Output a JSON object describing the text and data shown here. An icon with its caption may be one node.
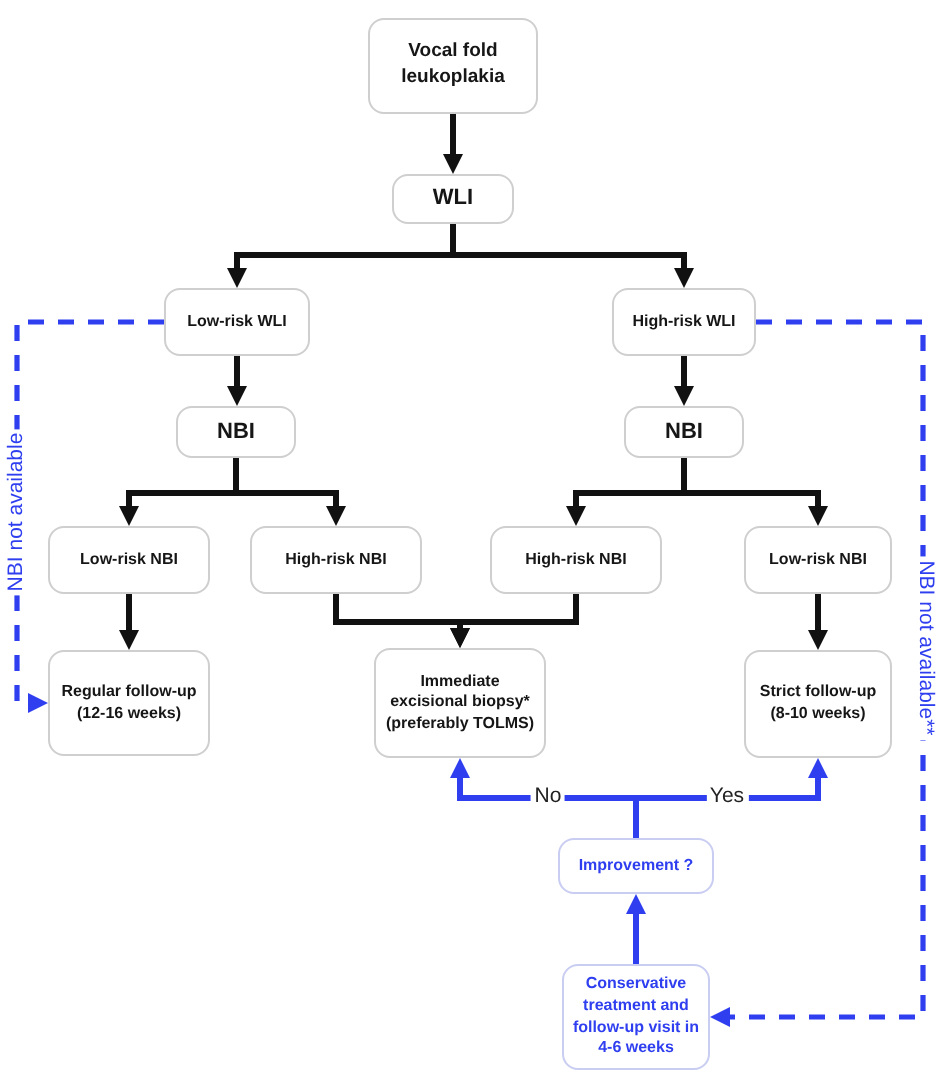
{
  "diagram": {
    "nodes": [
      {
        "text": [
          "Vocal fold leukoplakia"
        ]
      },
      {
        "text": [
          "WLI"
        ]
      },
      {
        "text": [
          "Low-risk WLI"
        ]
      },
      {
        "text": [
          "High-risk WLI"
        ]
      },
      {
        "text": [
          "NBI"
        ]
      },
      {
        "text": [
          "NBI"
        ]
      },
      {
        "text": [
          "Low-risk NBI"
        ]
      },
      {
        "text": [
          "High-risk NBI"
        ]
      },
      {
        "text": [
          "High-risk NBI"
        ]
      },
      {
        "text": [
          "Low-risk NBI"
        ]
      },
      {
        "text": [
          "Regular follow-up (12-16 weeks)"
        ]
      },
      {
        "text": [
          "Immediate excisional biopsy* (preferably TOLMS)"
        ]
      },
      {
        "text": [
          "Strict follow-up (8-10 weeks)"
        ]
      },
      {
        "text": [
          "Improvement ?"
        ]
      },
      {
        "text": [
          "Conservative treatment and follow-up visit in 4-6 weeks"
        ]
      }
    ],
    "edges": [
      {
        "from": 0,
        "to": 1,
        "arrow": "to"
      },
      {
        "from": 1,
        "to": 2,
        "arrow": "to"
      },
      {
        "from": 1,
        "to": 3,
        "arrow": "to"
      },
      {
        "from": 2,
        "to": 4,
        "arrow": "to"
      },
      {
        "from": 3,
        "to": 5,
        "arrow": "to"
      },
      {
        "from": 4,
        "to": 6,
        "arrow": "to"
      },
      {
        "from": 4,
        "to": 7,
        "arrow": "to"
      },
      {
        "from": 5,
        "to": 8,
        "arrow": "to"
      },
      {
        "from": 5,
        "to": 9,
        "arrow": "to"
      },
      {
        "from": 6,
        "to": 10,
        "arrow": "to"
      },
      {
        "from": 7,
        "to": 11,
        "arrow": "to"
      },
      {
        "from": 8,
        "to": 11,
        "arrow": "to"
      },
      {
        "from": 9,
        "to": 12,
        "arrow": "to"
      },
      {
        "from": 2,
        "to": 10,
        "arrow": "to",
        "label": "NBI not available",
        "style": "dashed",
        "color": "#2f3ff0"
      },
      {
        "from": 3,
        "to": 14,
        "arrow": "to",
        "label": "NBI not available**",
        "style": "dashed",
        "color": "#2f3ff0"
      },
      {
        "from": 14,
        "to": 13,
        "arrow": "to",
        "color": "#2f3ff0"
      },
      {
        "from": 13,
        "to": 11,
        "arrow": "to",
        "label": "No",
        "color": "#2f3ff0"
      },
      {
        "from": 13,
        "to": 12,
        "arrow": "to",
        "label": "Yes",
        "color": "#2f3ff0"
      }
    ]
  }
}
